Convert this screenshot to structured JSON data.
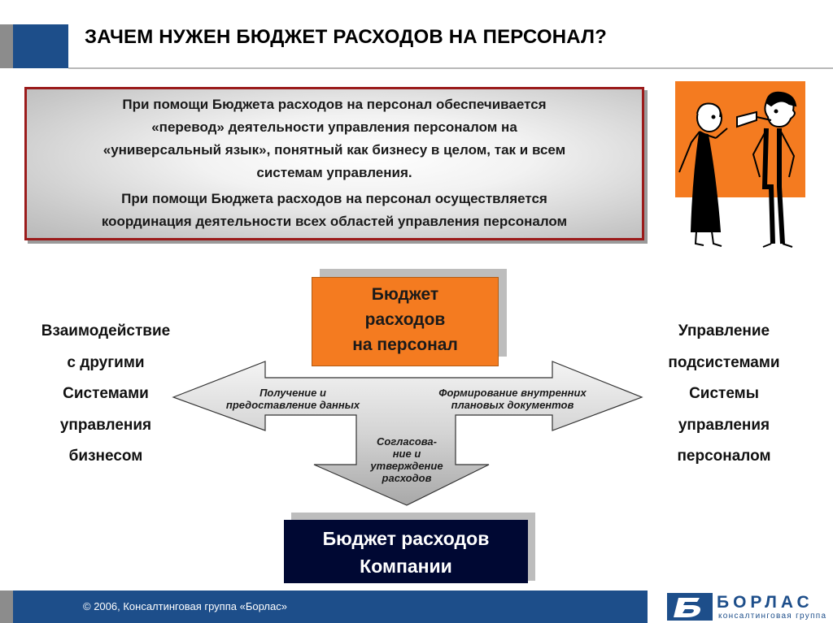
{
  "header": {
    "title": "ЗАЧЕМ НУЖЕН БЮДЖЕТ РАСХОДОВ НА ПЕРСОНАЛ?"
  },
  "info_box": {
    "paragraph1": [
      "При помощи Бюджета расходов на персонал обеспечивается",
      "«перевод» деятельности управления персоналом на",
      "«универсальный язык», понятный как бизнесу в целом, так и всем",
      "системам управления."
    ],
    "paragraph2": [
      "При помощи Бюджета расходов на персонал осуществляется",
      "координация деятельности всех областей управления персоналом"
    ]
  },
  "diagram": {
    "budget_box": [
      "Бюджет",
      "расходов",
      "на персонал"
    ],
    "left_text": [
      "Взаимодействие",
      "с другими",
      "Системами",
      "управления",
      "бизнесом"
    ],
    "right_text": [
      "Управление",
      "подсистемами",
      "Системы",
      "управления",
      "персоналом"
    ],
    "arrow_left_label": [
      "Получение и",
      "предоставление данных"
    ],
    "arrow_right_label": [
      "Формирование внутренних",
      "плановых документов"
    ],
    "arrow_down_label": [
      "Согласова-",
      "ние и",
      "утверждение",
      "расходов"
    ],
    "company_box": [
      "Бюджет расходов",
      "Компании"
    ]
  },
  "footer": {
    "copyright": "© 2006, Консалтинговая группа «Борлас»",
    "logo_name": "БОРЛАС",
    "logo_tagline": "консалтинговая группа"
  },
  "colors": {
    "brand_blue": "#1d4e8a",
    "accent_orange": "#f47b20",
    "box_border_red": "#9b1b1b",
    "company_box_navy": "#000833"
  }
}
